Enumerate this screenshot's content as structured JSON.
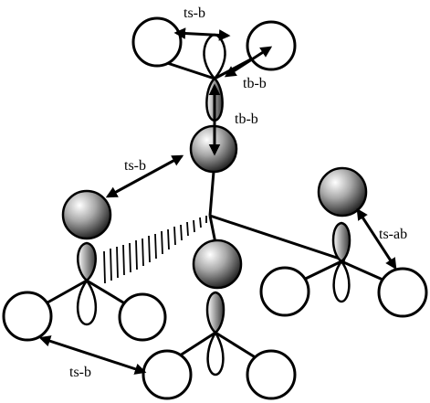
{
  "labels": {
    "top_ts": "ts-b",
    "top_tb": "tb-b",
    "mid_tb": "tb-b",
    "left_ts": "ts-b",
    "right_ts": "ts-ab",
    "bottom_ts": "ts-b"
  },
  "colors": {
    "line": "#000000",
    "sphere_light": "#ffffff",
    "sphere_dark": "#1a1a1a",
    "background": "#ffffff"
  }
}
